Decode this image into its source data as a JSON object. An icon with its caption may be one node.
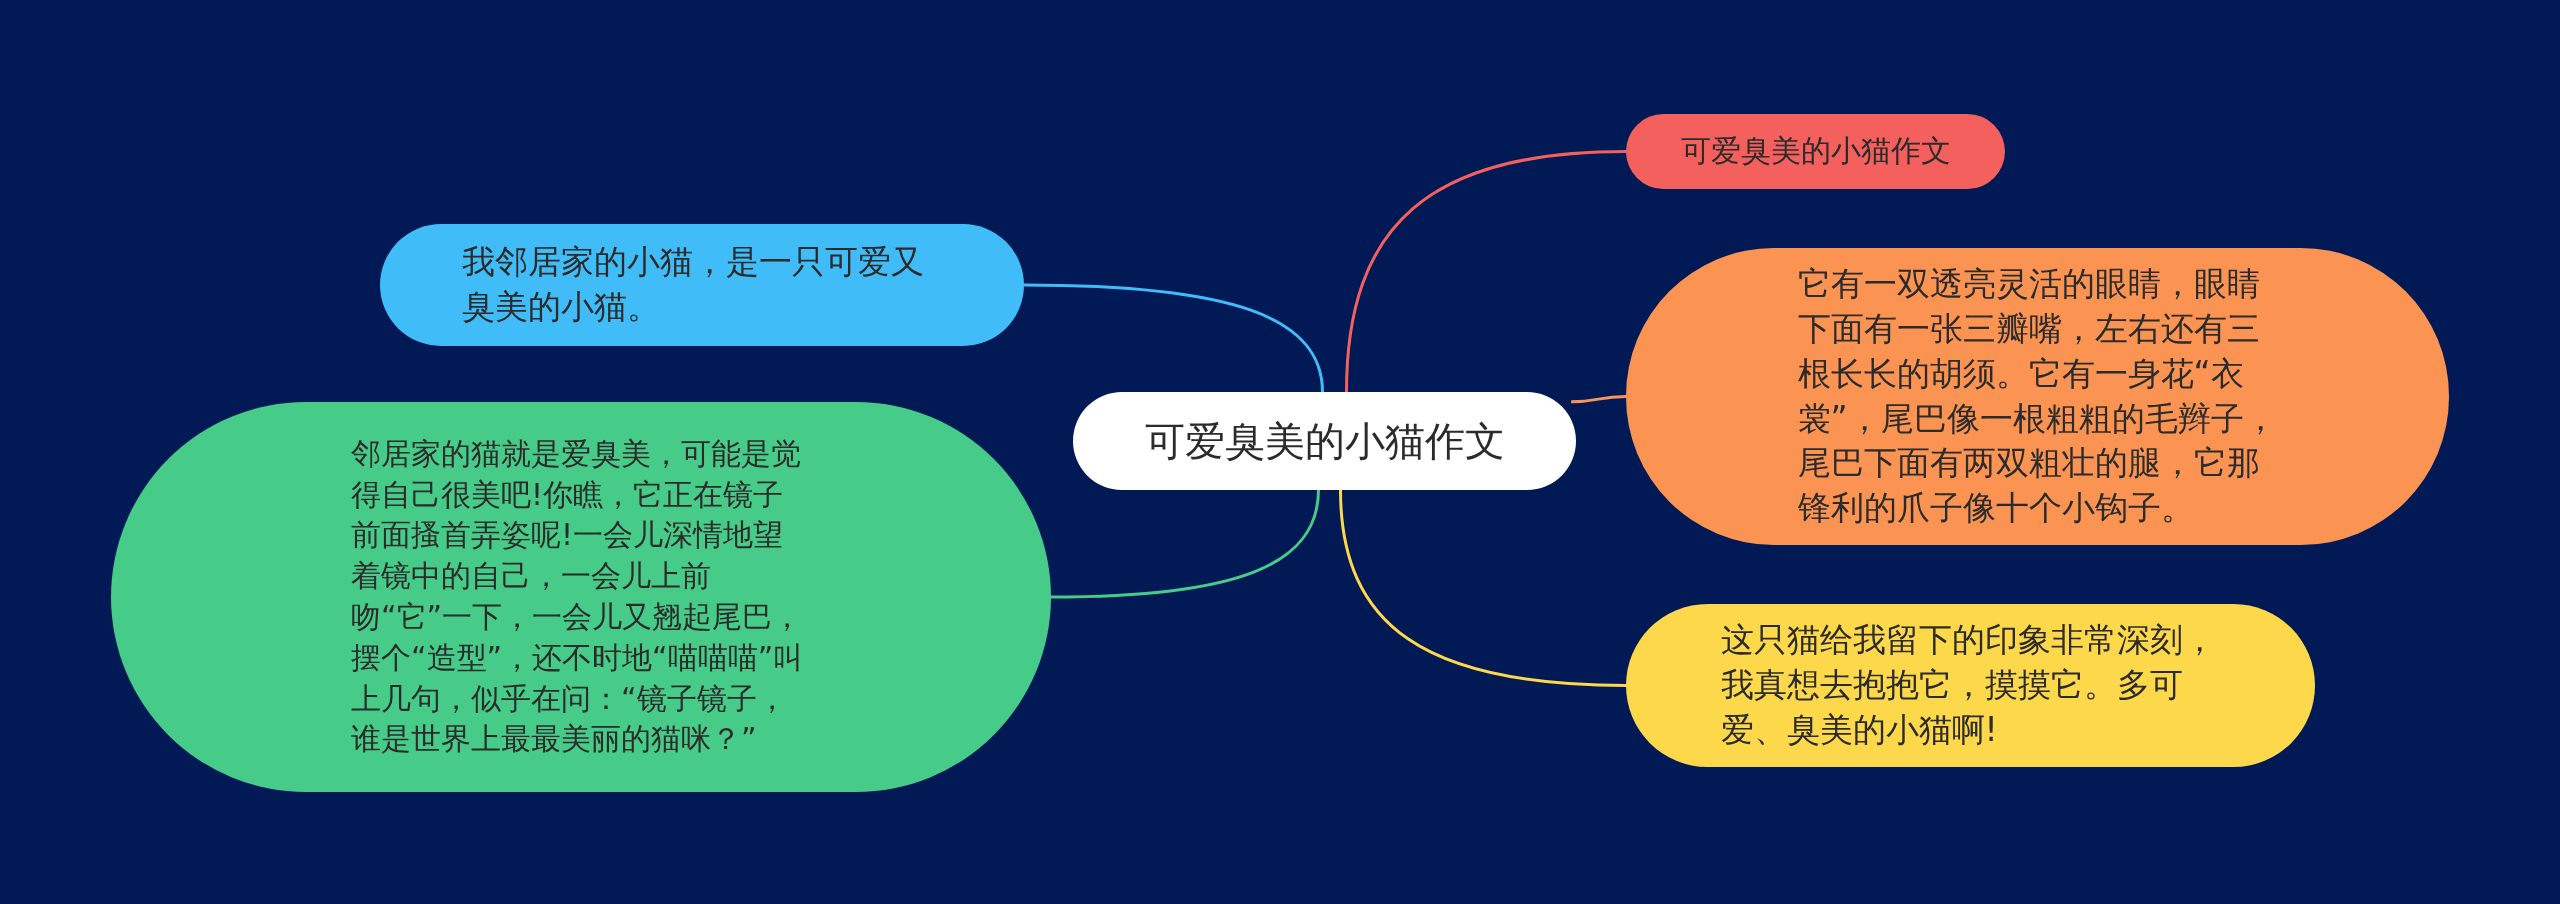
{
  "diagram": {
    "nodes": [
      {
        "text": [
          "可爱臭美的小猫作文"
        ]
      },
      {
        "text": [
          "可爱臭美的小猫作文"
        ]
      },
      {
        "text": [
          "它有一双透亮灵活的眼睛，眼睛下面有一张三瓣嘴，左右还有三根长长的胡须。它有一身花“衣裳”，尾巴像一根粗粗的毛辫子，尾巴下面有两双粗壮的腿，它那锋利的爪子像十个小钩子。"
        ]
      },
      {
        "text": [
          "这只猫给我留下的印象非常深刻，我真想去抱抱它，摸摸它。多可爱、臭美的小猫啊!"
        ]
      },
      {
        "text": [
          "我邻居家的小猫，是一只可爱又臭美的小猫。"
        ]
      },
      {
        "text": [
          "邻居家的猫就是爱臭美，可能是觉得自己很美吧!你瞧，它正在镜子前面搔首弄姿呢!一会儿深情地望着镜中的自己，一会儿上前吻“它”一下，一会儿又翘起尾巴，摆个“造型”，还不时地“喵喵喵”叫上几句，似乎在问：“镜子镜子，谁是世界上最最美丽的猫咪？”"
        ]
      }
    ],
    "edges": [
      {
        "from": 0,
        "to": 1,
        "arrow": "none",
        "color": "#f4605e"
      },
      {
        "from": 0,
        "to": 2,
        "arrow": "none",
        "color": "#fb9452"
      },
      {
        "from": 0,
        "to": 3,
        "arrow": "none",
        "color": "#fdd84a"
      },
      {
        "from": 0,
        "to": 4,
        "arrow": "none",
        "color": "#40bdf9"
      },
      {
        "from": 0,
        "to": 5,
        "arrow": "none",
        "color": "#47cb88"
      }
    ]
  }
}
